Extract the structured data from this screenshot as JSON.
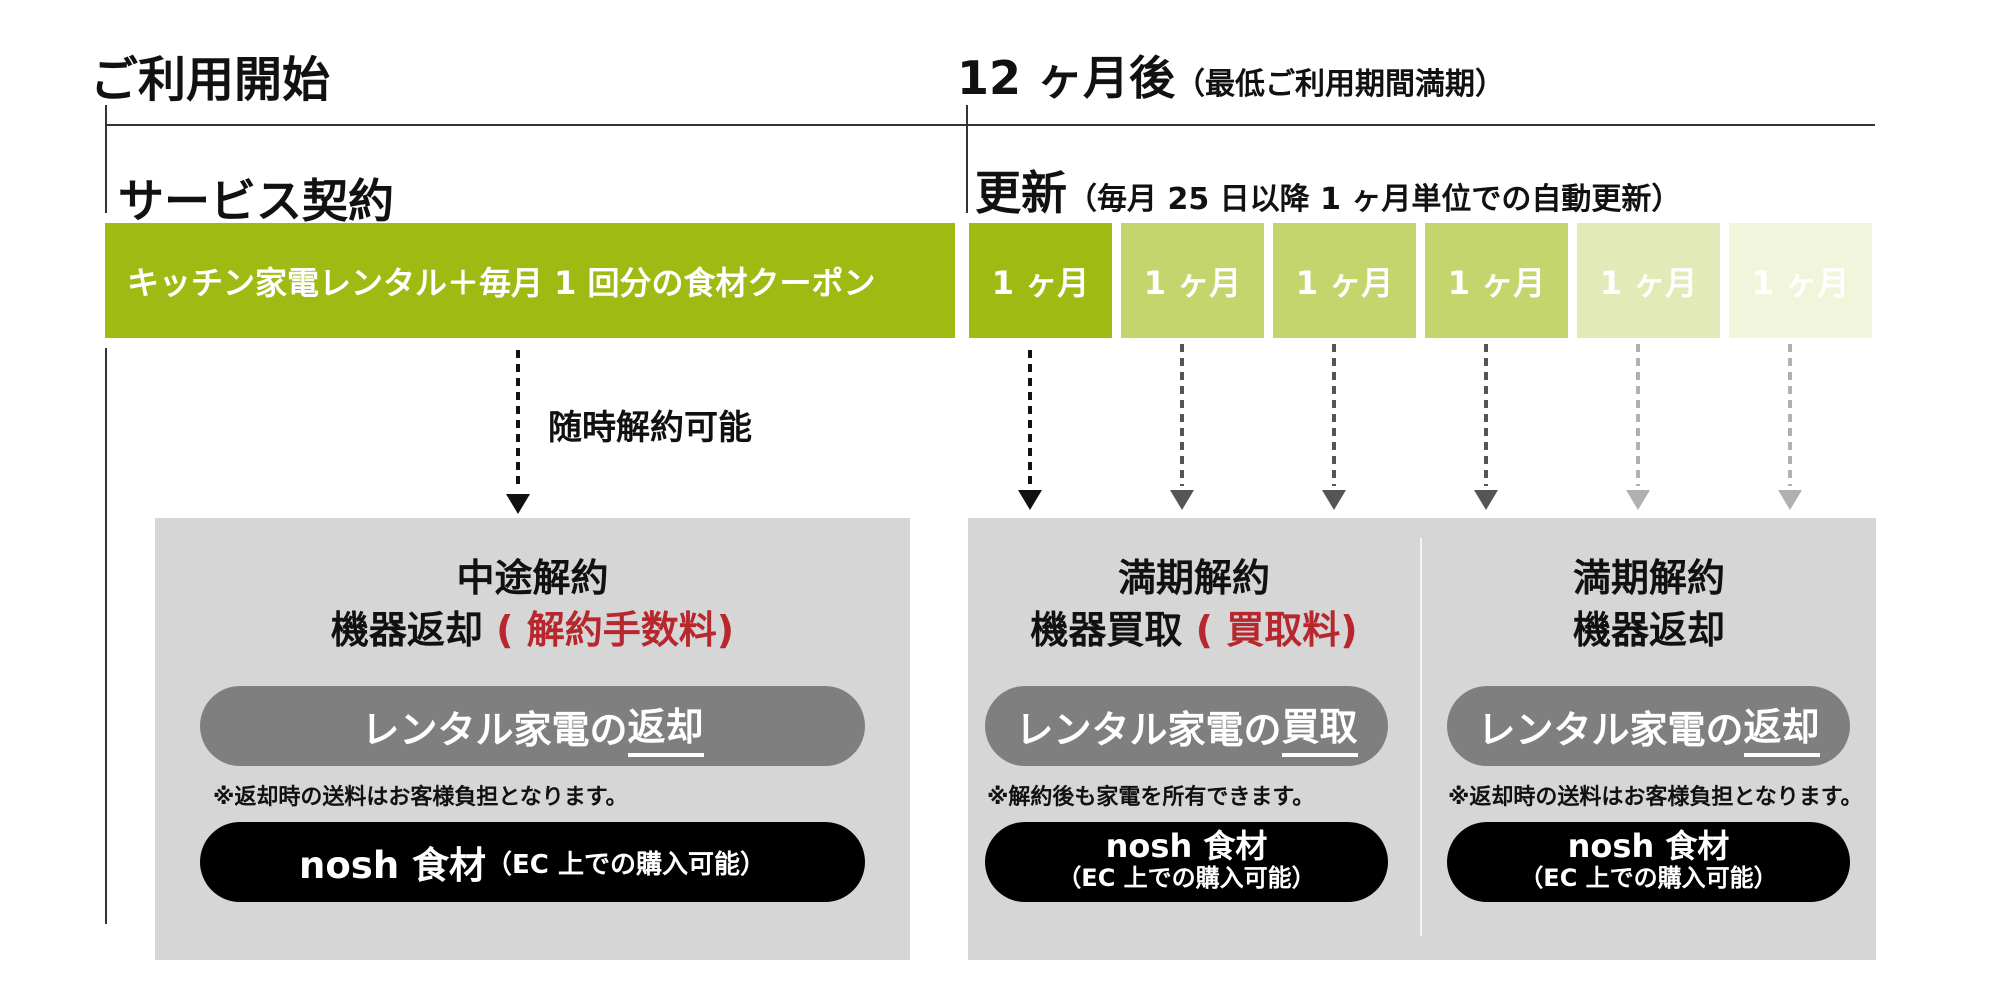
{
  "header": {
    "start": "ご利用開始",
    "twelve_main": "12 ヶ月後",
    "twelve_sub": "（最低ご利用期間満期）",
    "contract": "サービス契約",
    "renew_main": "更新",
    "renew_sub": "（毎月 25 日以降 1 ヶ月単位での自動更新）"
  },
  "bar": {
    "service": "キッチン家電レンタル＋毎月 1 回分の食材クーポン",
    "months": [
      "1 ヶ月",
      "1 ヶ月",
      "1 ヶ月",
      "1 ヶ月",
      "1 ヶ月",
      "1 ヶ月"
    ]
  },
  "anytime_label": "随時解約可能",
  "colors": {
    "green_dark": "#a0ba14",
    "green_mid": "#c3d56c",
    "green_light": "#e2eab8",
    "green_pale": "#f1f5dc",
    "red": "#b7282e",
    "panel_gray": "#d6d6d6",
    "pill_gray": "#7f7f7f"
  },
  "panels": {
    "early": {
      "title1": "中途解約",
      "title2": "機器返却",
      "fee": "( 解約手数料)",
      "pill_prefix": "レンタル家電の",
      "pill_key": "返却",
      "note": "※返却時の送料はお客様負担となります。",
      "nosh": "nosh 食材",
      "nosh_sub": "（EC 上での購入可能）"
    },
    "buy": {
      "title1": "満期解約",
      "title2": "機器買取",
      "fee": "( 買取料)",
      "pill_prefix": "レンタル家電の",
      "pill_key": "買取",
      "note": "※解約後も家電を所有できます。",
      "nosh": "nosh 食材",
      "nosh_sub": "（EC 上での購入可能）"
    },
    "return": {
      "title1": "満期解約",
      "title2": "機器返却",
      "pill_prefix": "レンタル家電の",
      "pill_key": "返却",
      "note": "※返却時の送料はお客様負担となります。",
      "nosh": "nosh 食材",
      "nosh_sub": "（EC 上での購入可能）"
    }
  }
}
